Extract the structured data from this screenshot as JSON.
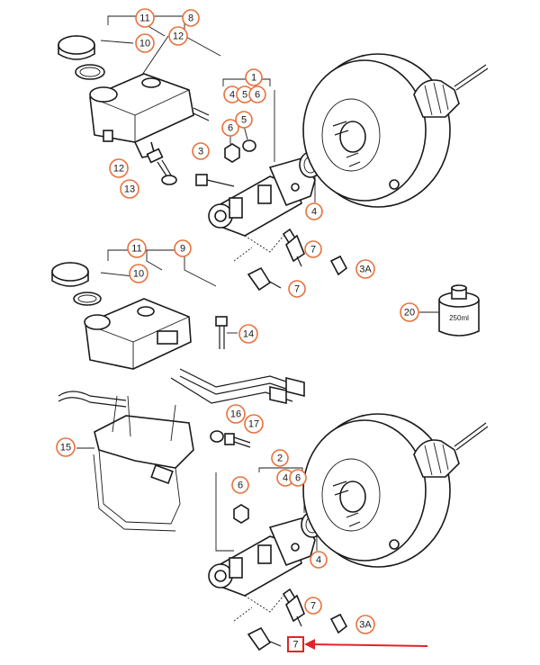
{
  "diagram": {
    "callouts": [
      {
        "id": "c-11-top",
        "label": "11"
      },
      {
        "id": "c-8",
        "label": "8"
      },
      {
        "id": "c-10-top",
        "label": "10"
      },
      {
        "id": "c-12-top-bracket",
        "label": "12"
      },
      {
        "id": "c-1",
        "label": "1"
      },
      {
        "id": "c-4-top-group",
        "label": "4"
      },
      {
        "id": "c-5-top-group",
        "label": "5"
      },
      {
        "id": "c-6-top-group",
        "label": "6"
      },
      {
        "id": "c-6-top",
        "label": "6"
      },
      {
        "id": "c-5-top",
        "label": "5"
      },
      {
        "id": "c-3",
        "label": "3"
      },
      {
        "id": "c-12-top",
        "label": "12"
      },
      {
        "id": "c-13",
        "label": "13"
      },
      {
        "id": "c-4-top",
        "label": "4"
      },
      {
        "id": "c-7-top-a",
        "label": "7"
      },
      {
        "id": "c-3a-top",
        "label": "3A"
      },
      {
        "id": "c-7-top-b",
        "label": "7"
      },
      {
        "id": "c-11-bottom",
        "label": "11"
      },
      {
        "id": "c-9",
        "label": "9"
      },
      {
        "id": "c-10-bottom",
        "label": "10"
      },
      {
        "id": "c-20",
        "label": "20"
      },
      {
        "id": "c-14",
        "label": "14"
      },
      {
        "id": "c-16",
        "label": "16"
      },
      {
        "id": "c-17",
        "label": "17"
      },
      {
        "id": "c-15",
        "label": "15"
      },
      {
        "id": "c-2",
        "label": "2"
      },
      {
        "id": "c-4-bottom-group",
        "label": "4"
      },
      {
        "id": "c-6-bottom-group",
        "label": "6"
      },
      {
        "id": "c-6-bottom",
        "label": "6"
      },
      {
        "id": "c-4-bottom",
        "label": "4"
      },
      {
        "id": "c-7-bottom-a",
        "label": "7"
      },
      {
        "id": "c-3a-bottom",
        "label": "3A"
      }
    ],
    "highlighted_part_label": "7",
    "fluid_can_label": "250ml",
    "colors": {
      "callout_ring": "#e8713c",
      "highlight_marker": "#e0242a",
      "line": "#1a1a1a"
    }
  }
}
